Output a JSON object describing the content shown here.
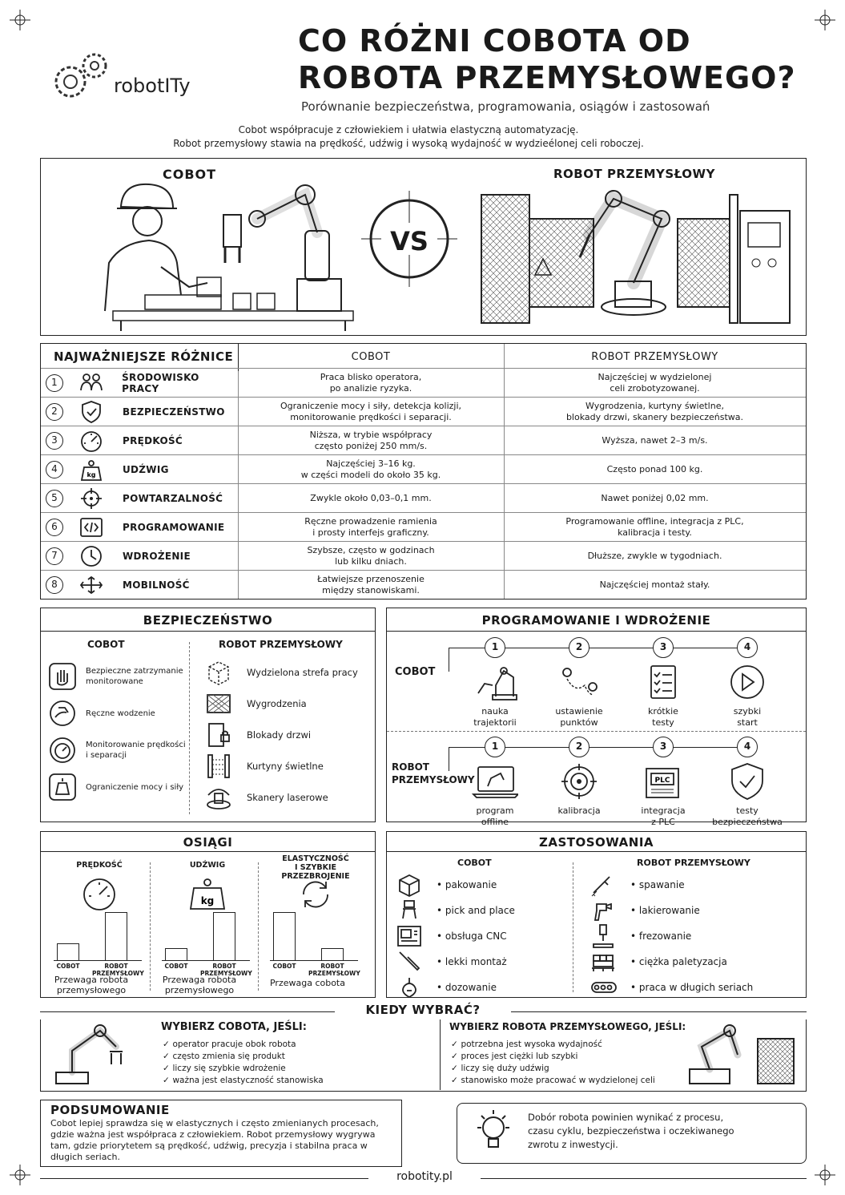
{
  "header": {
    "logo_text": "robotITy",
    "title_line1": "CO RÓŻNI COBOTA OD",
    "title_line2": "ROBOTA PRZEMYSŁOWEGO?",
    "subtitle": "Porównanie bezpieczeństwa, programowania, osiągów i zastosowań",
    "intro_line1": "Cobot współpracuje z człowiekiem i ułatwia elastyczną automatyzację.",
    "intro_line2": "Robot przemysłowy stawia na prędkość, udźwig i wysoką wydajność w wydzieélonej celi roboczej."
  },
  "hero": {
    "left_label": "COBOT",
    "vs_label": "VS",
    "right_label": "ROBOT PRZEMYSŁOWY"
  },
  "differences": {
    "header": {
      "col1": "NAJWAŻNIEJSZE RÓŻNICE",
      "col2": "COBOT",
      "col3": "ROBOT PRZEMYSŁOWY"
    },
    "rows": [
      {
        "num": "1",
        "label": "ŚRODOWISKO PRACY",
        "icon": "people-icon",
        "cobot": "Praca blisko operatora,\npo analizie ryzyka.",
        "robot": "Najczęściej w wydzielonej\nceli zrobotyzowanej."
      },
      {
        "num": "2",
        "label": "BEZPIECZEŃSTWO",
        "icon": "shield-icon",
        "cobot": "Ograniczenie mocy i siły, detekcja kolizji,\nmonitorowanie prędkości i separacji.",
        "robot": "Wygrodzenia, kurtyny świetlne,\nblokady drzwi, skanery bezpieczeństwa."
      },
      {
        "num": "3",
        "label": "PRĘDKOŚĆ",
        "icon": "speedometer-icon",
        "cobot": "Niższa, w trybie współpracy\nczęsto poniżej 250 mm/s.",
        "robot": "Wyższa, nawet 2–3 m/s."
      },
      {
        "num": "4",
        "label": "UDŹWIG",
        "icon": "weight-icon",
        "cobot": "Najczęściej 3–16 kg.\nw części modeli do około 35 kg.",
        "robot": "Często ponad 100 kg."
      },
      {
        "num": "5",
        "label": "POWTARZALNOŚĆ",
        "icon": "crosshair-icon",
        "cobot": "Zwykle około 0,03–0,1 mm.",
        "robot": "Nawet poniżej 0,02 mm."
      },
      {
        "num": "6",
        "label": "PROGRAMOWANIE",
        "icon": "code-icon",
        "cobot": "Ręczne prowadzenie ramienia\ni prosty interfejs graficzny.",
        "robot": "Programowanie offline, integracja z PLC,\nkalibracja i testy."
      },
      {
        "num": "7",
        "label": "WDROŻENIE",
        "icon": "clock-icon",
        "cobot": "Szybsze, często w godzinach\nlub kilku dniach.",
        "robot": "Dłuższe, zwykle w tygodniach."
      },
      {
        "num": "8",
        "label": "MOBILNOŚĆ",
        "icon": "move-arrows-icon",
        "cobot": "Łatwiejsze przenoszenie\nmiędzy stanowiskami.",
        "robot": "Najczęściej montaż stały."
      }
    ]
  },
  "safety": {
    "title": "BEZPIECZEŃSTWO",
    "cobot_header": "COBOT",
    "robot_header": "ROBOT PRZEMYSŁOWY",
    "cobot_items": [
      "Bezpieczne zatrzymanie\nmonitorowane",
      "Ręczne wodzenie",
      "Monitorowanie prędkości\ni separacji",
      "Ograniczenie mocy i siły"
    ],
    "robot_items": [
      "Wydzielona strefa pracy",
      "Wygrodzenia",
      "Blokady drzwi",
      "Kurtyny świetlne",
      "Skanery laserowe"
    ]
  },
  "programming": {
    "title": "PROGRAMOWANIE I WDROŻENIE",
    "cobot_label": "COBOT",
    "robot_label": "ROBOT\nPRZEMYSŁOWY",
    "cobot_steps": [
      {
        "num": "1",
        "label": "nauka\ntrajektorii"
      },
      {
        "num": "2",
        "label": "ustawienie\npunktów"
      },
      {
        "num": "3",
        "label": "krótkie\ntesty"
      },
      {
        "num": "4",
        "label": "szybki\nstart"
      }
    ],
    "robot_steps": [
      {
        "num": "1",
        "label": "program\noffline"
      },
      {
        "num": "2",
        "label": "kalibracja"
      },
      {
        "num": "3",
        "label": "integracja\nz PLC"
      },
      {
        "num": "4",
        "label": "testy\nbezpieczeństwa"
      }
    ],
    "plc_label": "PLC"
  },
  "performance": {
    "title": "OSIĄGI",
    "groups": [
      {
        "title": "PRĘDKOŚĆ",
        "cobot_level": 0.35,
        "robot_level": 1.0,
        "caption": "Przewaga robota\nprzemysłowego"
      },
      {
        "title": "UDŹWIG",
        "cobot_level": 0.25,
        "robot_level": 1.0,
        "caption": "Przewaga robota\nprzemysłowego"
      },
      {
        "title": "ELASTYCZNOŚĆ\nI SZYBKIE PRZEZBROJENIE",
        "cobot_level": 1.0,
        "robot_level": 0.25,
        "caption": "Przewaga cobota"
      }
    ],
    "bar_cobot": "COBOT",
    "bar_robot": "ROBOT\nPRZEMYSŁOWY",
    "weight_label": "kg"
  },
  "applications": {
    "title": "ZASTOSOWANIA",
    "cobot_header": "COBOT",
    "robot_header": "ROBOT PRZEMYSŁOWY",
    "cobot_items": [
      "pakowanie",
      "pick and place",
      "obsługa CNC",
      "lekki montaż",
      "dozowanie"
    ],
    "robot_items": [
      "spawanie",
      "lakierowanie",
      "frezowanie",
      "ciężka paletyzacja",
      "praca w długich seriach"
    ]
  },
  "when": {
    "title": "KIEDY WYBRAĆ?",
    "cobot_header": "WYBIERZ COBOTA, JEŚLI:",
    "cobot_items": [
      "operator pracuje obok robota",
      "często zmienia się produkt",
      "liczy się szybkie wdrożenie",
      "ważna jest elastyczność stanowiska"
    ],
    "robot_header": "WYBIERZ ROBOTA PRZEMYSŁOWEGO, JEŚLI:",
    "robot_items": [
      "potrzebna jest wysoka wydajność",
      "proces jest ciężki lub szybki",
      "liczy się duży udźwig",
      "stanowisko może pracować w wydzielonej celi"
    ]
  },
  "summary": {
    "title": "PODSUMOWANIE",
    "text": "Cobot lepiej sprawdza się w elastycznych i często zmienianych procesach, gdzie ważna jest współpraca z człowiekiem. Robot przemysłowy wygrywa tam, gdzie priorytetem są prędkość, udźwig, precyzja i stabilna praca w długich seriach.",
    "tip": "Dobór robota powinien wynikać z procesu,\nczasu cyklu, bezpieczeństwa i oczekiwanego\nzwrotu z inwestycji."
  },
  "footer": {
    "url": "robotity.pl"
  }
}
